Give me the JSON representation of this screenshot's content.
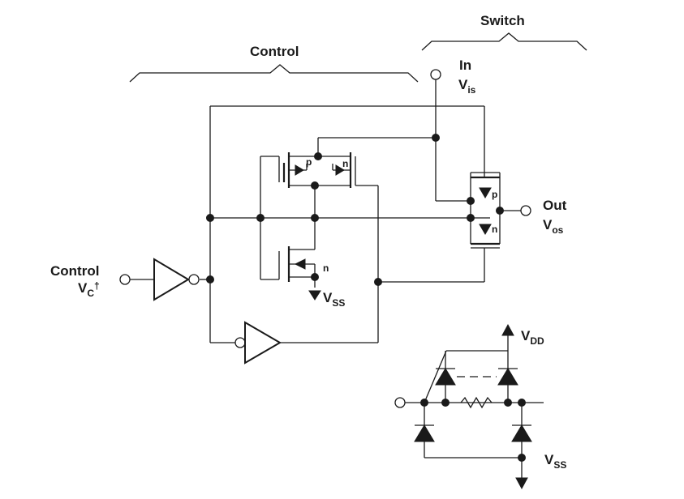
{
  "labels": {
    "control": "Control",
    "switch": "Switch",
    "in": "In",
    "vis_main": "V",
    "vis_sub": "is",
    "out": "Out",
    "vos_main": "V",
    "vos_sub": "os",
    "control_input": "Control",
    "vc_main": "V",
    "vc_sub": "C",
    "vc_mark": "†",
    "vdd_main": "V",
    "vdd_sub": "DD",
    "vss_main": "V",
    "vss_sub": "SS",
    "vss2_main": "V",
    "vss2_sub": "SS",
    "p1": "p",
    "n1": "n",
    "p_sw": "p",
    "n_sw": "n",
    "n_low": "n"
  }
}
